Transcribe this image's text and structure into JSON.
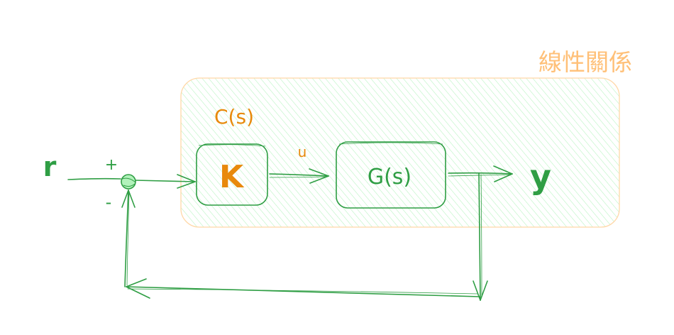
{
  "region_label": "線性關係",
  "controller_label": "C(s)",
  "input_label": "r",
  "plus_sign": "+",
  "minus_sign": "-",
  "gain_label": "K",
  "control_signal_label": "u",
  "plant_label": "G(s)",
  "output_label": "y",
  "colors": {
    "green": "#2f9e44",
    "orange": "#e8890c",
    "region_fill": "#b2f2bb",
    "region_stroke": "#ffd8a8",
    "region_label": "#ffc078"
  }
}
